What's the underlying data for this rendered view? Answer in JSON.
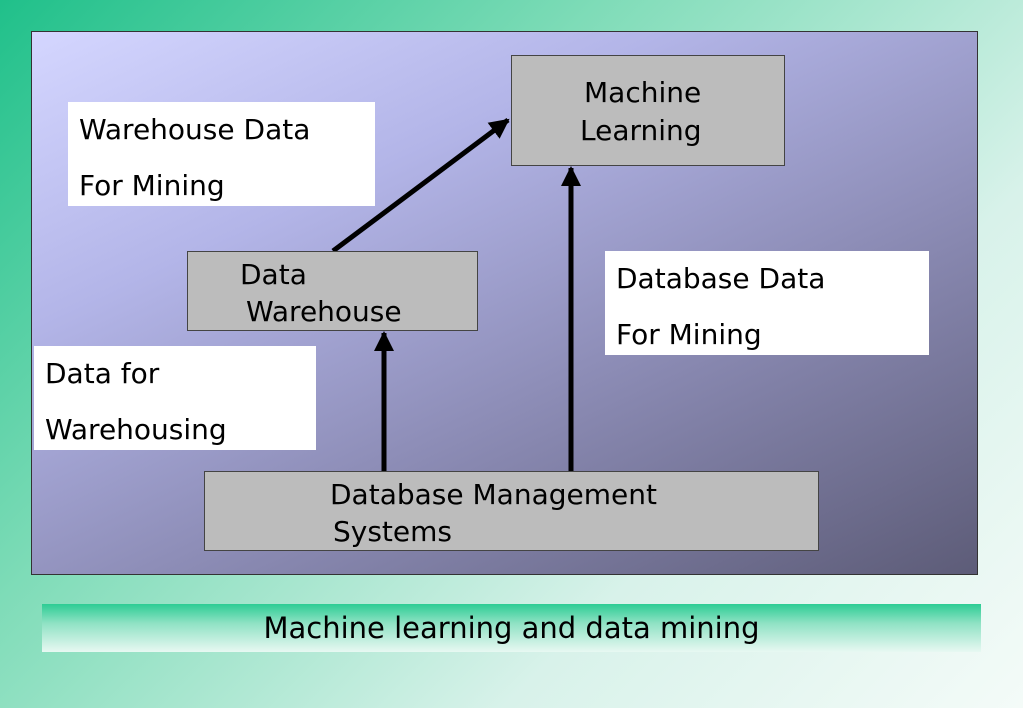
{
  "nodes": {
    "machine_learning": {
      "line1": "Machine",
      "line2": "Learning"
    },
    "data_warehouse": {
      "line1": "Data",
      "line2": "Warehouse"
    },
    "dbms": {
      "line1": "Database Management",
      "line2": "Systems"
    }
  },
  "labels": {
    "warehouse_data": {
      "line1": "Warehouse Data",
      "line2": "For Mining"
    },
    "database_data": {
      "line1": "Database Data",
      "line2": "For Mining"
    },
    "data_for_warehousing": {
      "line1": "Data for",
      "line2": "Warehousing"
    }
  },
  "caption": "Machine learning and data mining",
  "colors": {
    "node_fill": "#bcbcbc",
    "label_fill": "#ffffff",
    "arrow": "#000000"
  }
}
